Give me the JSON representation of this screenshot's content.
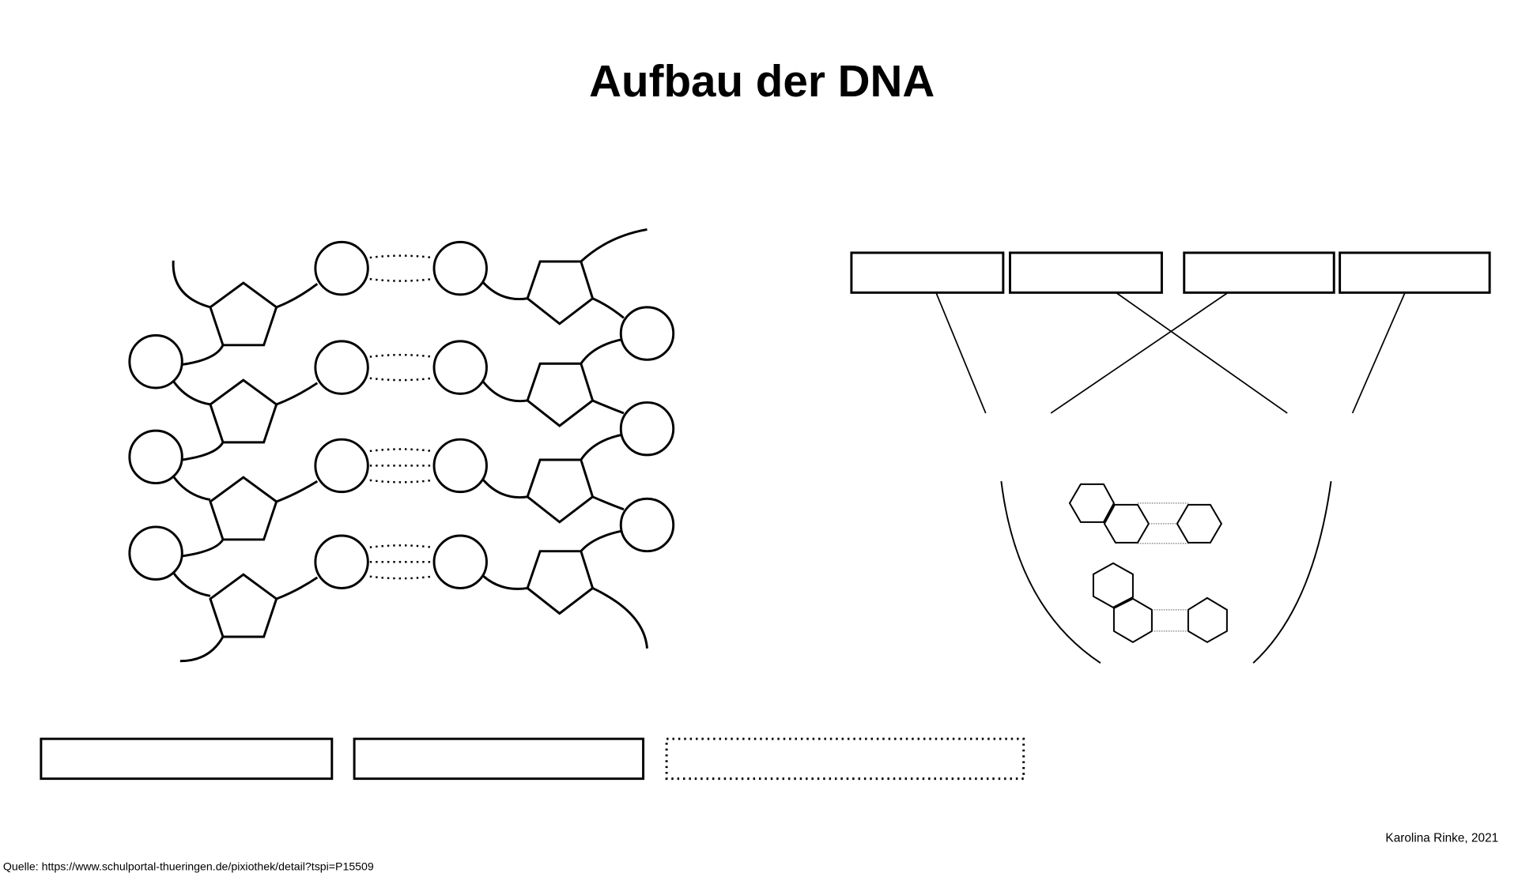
{
  "title": "Aufbau der DNA",
  "credit": "Karolina Rinke, 2021",
  "source": "Quelle: https://www.schulportal-thueringen.de/pixiothek/detail?tspi=P15509",
  "diagram": {
    "strand_rows": 4,
    "hydrogen_bonds_per_row": [
      2,
      2,
      3,
      3
    ],
    "top_label_boxes": 4,
    "bottom_label_boxes": 3,
    "base_pair_models": 2
  },
  "colors": {
    "stroke": "#000000",
    "background": "#ffffff",
    "dotted_bond": "#555555"
  }
}
